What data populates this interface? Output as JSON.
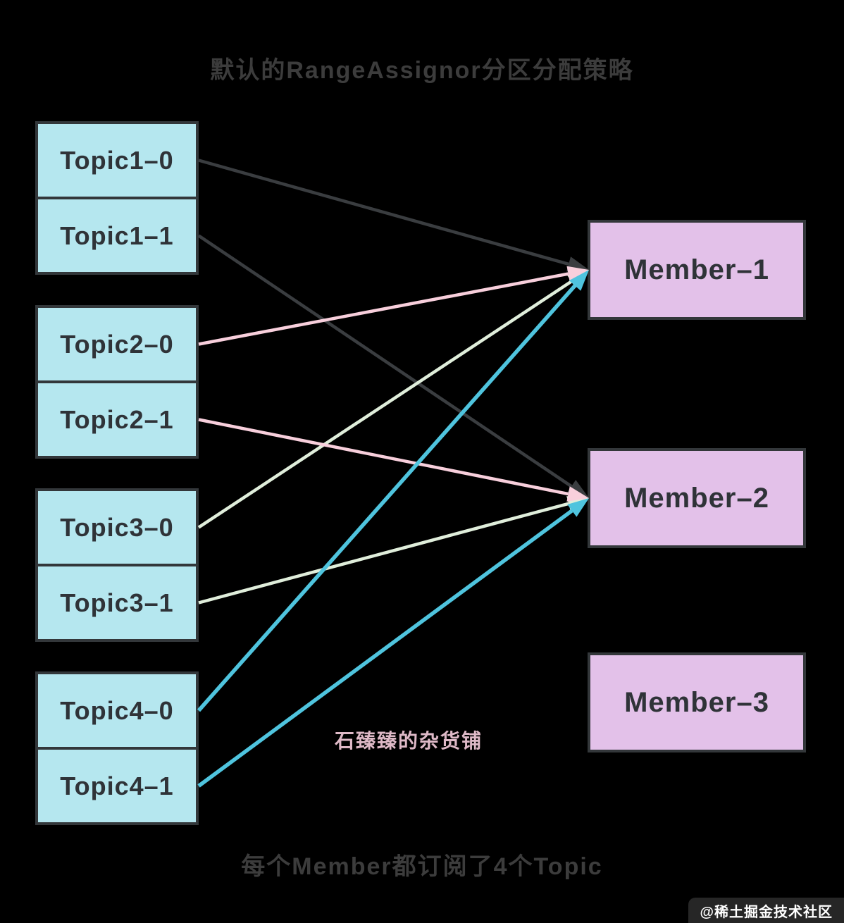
{
  "title": "默认的RangeAssignor分区分配策略",
  "caption": "每个Member都订阅了4个Topic",
  "author_watermark": "石臻臻的杂货铺",
  "site_watermark": "@稀土掘金技术社区",
  "colors": {
    "background": "#000000",
    "topic_fill": "#b5e7ef",
    "member_fill": "#e3c1e9",
    "box_border": "#33373a",
    "box_text": "#2f3338",
    "heading_text": "#3c3c3c",
    "author_watermark_text": "#f7cedd",
    "line_dark": "#3a3d40",
    "line_pink": "#f8cfdc",
    "line_mint": "#e0eedb",
    "line_cyan": "#4fc4de"
  },
  "diagram": {
    "topic_groups": [
      {
        "partitions": [
          "Topic1–0",
          "Topic1–1"
        ]
      },
      {
        "partitions": [
          "Topic2–0",
          "Topic2–1"
        ]
      },
      {
        "partitions": [
          "Topic3–0",
          "Topic3–1"
        ]
      },
      {
        "partitions": [
          "Topic4–0",
          "Topic4–1"
        ]
      }
    ],
    "members": [
      "Member–1",
      "Member–2",
      "Member–3"
    ],
    "connections": [
      {
        "from": "Topic1–0",
        "to": "Member–1",
        "color_key": "line_dark"
      },
      {
        "from": "Topic1–1",
        "to": "Member–2",
        "color_key": "line_dark"
      },
      {
        "from": "Topic2–0",
        "to": "Member–1",
        "color_key": "line_pink"
      },
      {
        "from": "Topic2–1",
        "to": "Member–2",
        "color_key": "line_pink"
      },
      {
        "from": "Topic3–0",
        "to": "Member–1",
        "color_key": "line_mint"
      },
      {
        "from": "Topic3–1",
        "to": "Member–2",
        "color_key": "line_mint"
      },
      {
        "from": "Topic4–0",
        "to": "Member–1",
        "color_key": "line_cyan"
      },
      {
        "from": "Topic4–1",
        "to": "Member–2",
        "color_key": "line_cyan"
      }
    ]
  }
}
